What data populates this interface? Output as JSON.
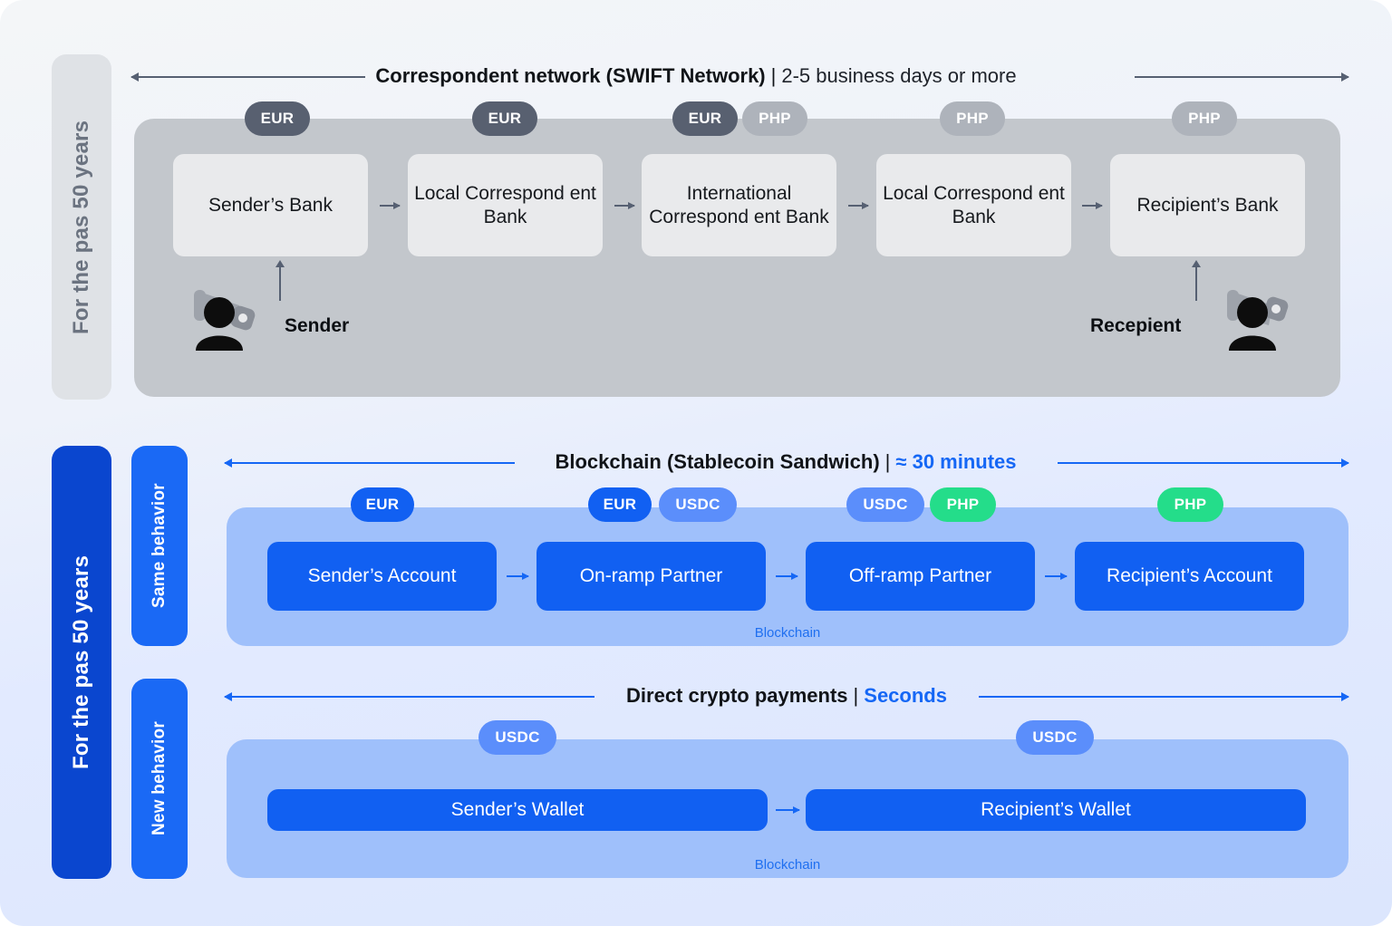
{
  "sidebars": {
    "legacy_label": "For the pas 50 years",
    "modern_label": "For the pas 50 years",
    "same_behavior": "Same behavior",
    "new_behavior": "New behavior"
  },
  "sections": [
    {
      "id": "correspondent",
      "title": "Correspondent network (SWIFT Network)",
      "separator": "|",
      "duration": "2-5 business days or more",
      "duration_highlight": false,
      "nodes": [
        {
          "label": "Sender’s Bank",
          "badges": [
            "EUR"
          ]
        },
        {
          "label": "Local Correspond ent Bank",
          "badges": [
            "EUR"
          ]
        },
        {
          "label": "International Correspond ent Bank",
          "badges": [
            "EUR",
            "PHP"
          ]
        },
        {
          "label": "Local Correspond ent Bank",
          "badges": [
            "PHP"
          ]
        },
        {
          "label": "Recipient’s Bank",
          "badges": [
            "PHP"
          ]
        }
      ],
      "actors": [
        {
          "name": "Sender",
          "icon": "person-with-phone-icon"
        },
        {
          "name": "Recepient",
          "icon": "person-with-phone-icon"
        }
      ]
    },
    {
      "id": "stablecoin-sandwich",
      "title": "Blockchain (Stablecoin Sandwich)",
      "separator": "|",
      "duration": "≈ 30 minutes",
      "duration_highlight": true,
      "caption": "Blockchain",
      "nodes": [
        {
          "label": "Sender’s Account",
          "badges": [
            "EUR"
          ]
        },
        {
          "label": "On-ramp Partner",
          "badges": [
            "EUR",
            "USDC"
          ]
        },
        {
          "label": "Off-ramp Partner",
          "badges": [
            "USDC",
            "PHP"
          ]
        },
        {
          "label": "Recipient’s Account",
          "badges": [
            "PHP"
          ]
        }
      ]
    },
    {
      "id": "direct-crypto",
      "title": "Direct crypto payments",
      "separator": "|",
      "duration": "Seconds",
      "duration_highlight": true,
      "caption": "Blockchain",
      "nodes": [
        {
          "label": "Sender’s Wallet",
          "badges": [
            "USDC"
          ]
        },
        {
          "label": "Recipient’s Wallet",
          "badges": [
            "USDC"
          ]
        }
      ]
    }
  ],
  "badge_text": {
    "eur": "EUR",
    "php": "PHP",
    "usdc": "USDC"
  },
  "colors": {
    "page_bg_top": "#f4f6f8",
    "page_bg_bottom": "#dce6fd",
    "legacy_panel": "#c3c7cc",
    "legacy_node": "#e9eaec",
    "legacy_sidebar": "#dfe2e6",
    "badge_dark_gray": "#586070",
    "badge_light_gray": "#aeb3bb",
    "blue_sidebar": "#0a46cf",
    "blue_tab": "#1a69f5",
    "blockchain_panel": "#9fc0fb",
    "blue_node": "#1160f2",
    "badge_usdc": "#5b8efb",
    "badge_php_green": "#24dd8a",
    "accent_text": "#1567f5",
    "arrow_gray": "#566072",
    "arrow_blue": "#1567f5"
  }
}
